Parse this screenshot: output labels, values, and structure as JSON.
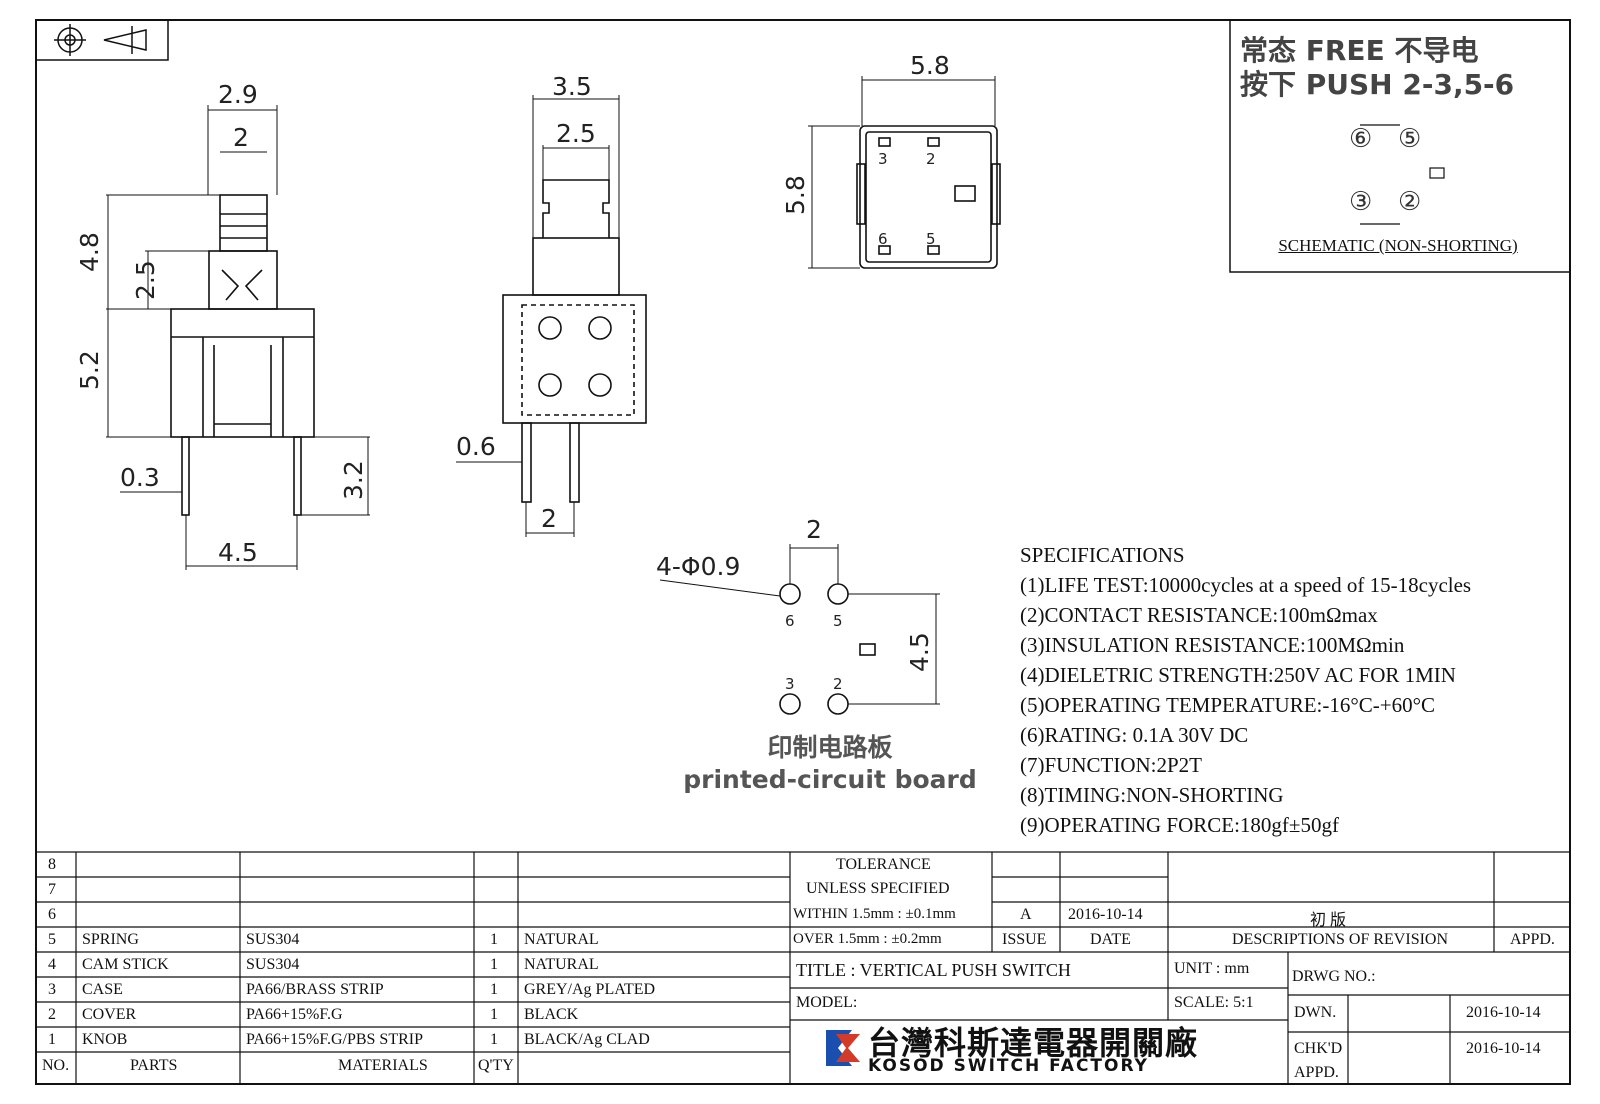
{
  "drawing": {
    "side_dims": {
      "top_width": "2.9",
      "inner_width": "2",
      "knob_height": "4.8",
      "cam_height": "2.5",
      "body_height": "5.2",
      "pin_width": "0.3",
      "pin_length": "3.2",
      "pin_pitch": "4.5"
    },
    "front_dims": {
      "top_width": "3.5",
      "inner_width": "2.5",
      "pin_width": "0.6",
      "pin_pitch": "2"
    },
    "top_dims": {
      "width": "5.8",
      "height": "5.8",
      "pins": [
        "3",
        "2",
        "6",
        "5"
      ]
    },
    "pcb_dims": {
      "hole": "4-Φ0.9",
      "pitch_x": "2",
      "pitch_y": "4.5",
      "pins": [
        "6",
        "5",
        "3",
        "2"
      ]
    },
    "pcb_caption_cn": "印制电路板",
    "pcb_caption_en": "printed-circuit board"
  },
  "schematic": {
    "line1": "常态 FREE 不导电",
    "line2": "按下 PUSH 2-3,5-6",
    "pins": [
      "⑥",
      "⑤",
      "③",
      "②"
    ],
    "caption": "SCHEMATIC (NON-SHORTING)"
  },
  "specifications": {
    "title": "SPECIFICATIONS",
    "items": [
      "(1)LIFE TEST:10000cycles at a speed of 15-18cycles",
      "(2)CONTACT RESISTANCE:100mΩmax",
      "(3)INSULATION RESISTANCE:100MΩmin",
      "(4)DIELETRIC STRENGTH:250V AC FOR 1MIN",
      "(5)OPERATING TEMPERATURE:-16°C-+60°C",
      "(6)RATING: 0.1A 30V DC",
      "(7)FUNCTION:2P2T",
      "(8)TIMING:NON-SHORTING",
      "(9)OPERATING FORCE:180gf±50gf"
    ]
  },
  "parts_table": {
    "rows": [
      {
        "no": "8",
        "part": "",
        "material": "",
        "qty": "",
        "finish": ""
      },
      {
        "no": "7",
        "part": "",
        "material": "",
        "qty": "",
        "finish": ""
      },
      {
        "no": "6",
        "part": "",
        "material": "",
        "qty": "",
        "finish": ""
      },
      {
        "no": "5",
        "part": "SPRING",
        "material": "SUS304",
        "qty": "1",
        "finish": "NATURAL"
      },
      {
        "no": "4",
        "part": "CAM STICK",
        "material": "SUS304",
        "qty": "1",
        "finish": "NATURAL"
      },
      {
        "no": "3",
        "part": "CASE",
        "material": "PA66/BRASS STRIP",
        "qty": "1",
        "finish": "GREY/Ag PLATED"
      },
      {
        "no": "2",
        "part": "COVER",
        "material": "PA66+15%F.G",
        "qty": "1",
        "finish": "BLACK"
      },
      {
        "no": "1",
        "part": "KNOB",
        "material": "PA66+15%F.G/PBS STRIP",
        "qty": "1",
        "finish": "BLACK/Ag CLAD"
      }
    ],
    "header": {
      "no": "NO.",
      "part": "PARTS",
      "material": "MATERIALS",
      "qty": "Q'TY"
    }
  },
  "title_block": {
    "tolerance": "TOLERANCE",
    "unless": "UNLESS  SPECIFIED",
    "within": "WITHIN 1.5mm : ±0.1mm",
    "over": "OVER 1.5mm : ±0.2mm",
    "issue_value": "A",
    "issue_date": "2016-10-14",
    "revision_desc": "初  版",
    "issue_label": "ISSUE",
    "date_label": "DATE",
    "desc_label": "DESCRIPTIONS OF REVISION",
    "appd_label": "APPD.",
    "title": "TITLE :  VERTICAL PUSH SWITCH",
    "unit": "UNIT :  mm",
    "drwg": "DRWG NO.:",
    "model": "MODEL:",
    "scale": "SCALE:  5:1",
    "dwn_label": "DWN.",
    "dwn_date": "2016-10-14",
    "chkd_label": "CHK'D",
    "chkd_date": "2016-10-14",
    "appd2_label": "APPD.",
    "company_cn": "台灣科斯達電器開關廠",
    "company_en": "KOSOD SWITCH FACTORY"
  }
}
